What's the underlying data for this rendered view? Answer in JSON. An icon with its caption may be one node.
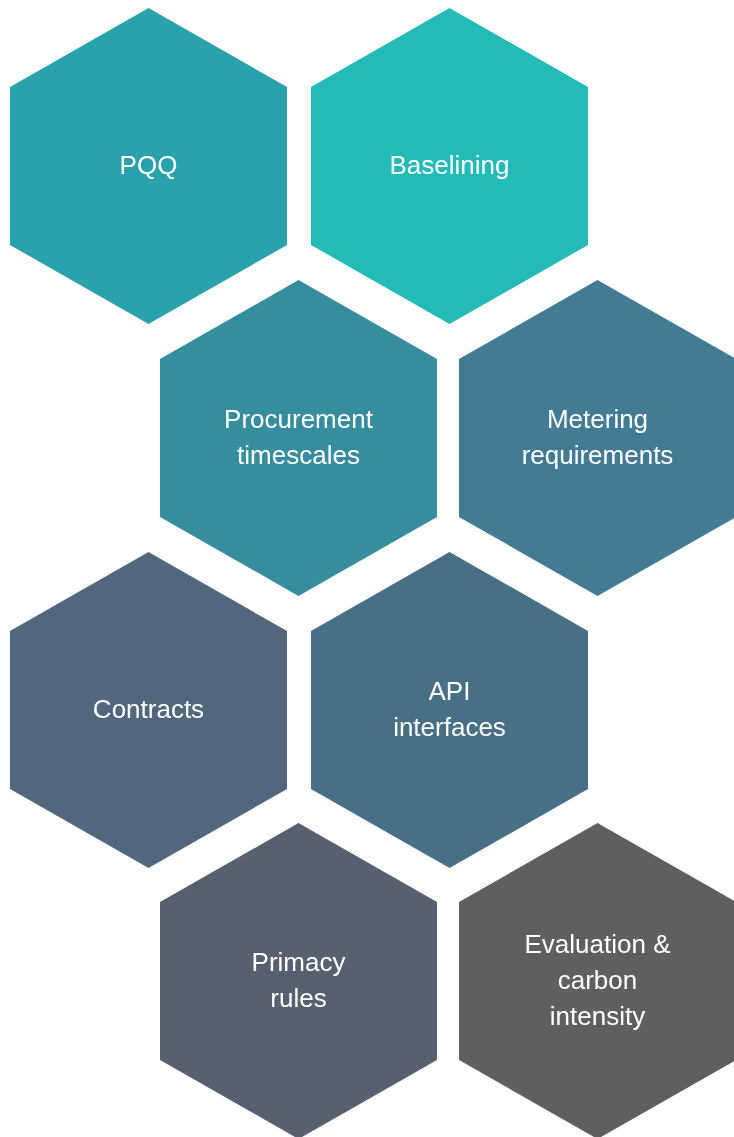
{
  "diagram": {
    "nodes": [
      {
        "text": [
          "PQQ"
        ]
      },
      {
        "text": [
          "Baselining"
        ]
      },
      {
        "text": [
          "Procurement timescales"
        ]
      },
      {
        "text": [
          "Metering requirements"
        ]
      },
      {
        "text": [
          "Contracts"
        ]
      },
      {
        "text": [
          "API interfaces"
        ]
      },
      {
        "text": [
          "Primacy rules"
        ]
      },
      {
        "text": [
          "Evaluation & carbon intensity"
        ]
      }
    ]
  }
}
